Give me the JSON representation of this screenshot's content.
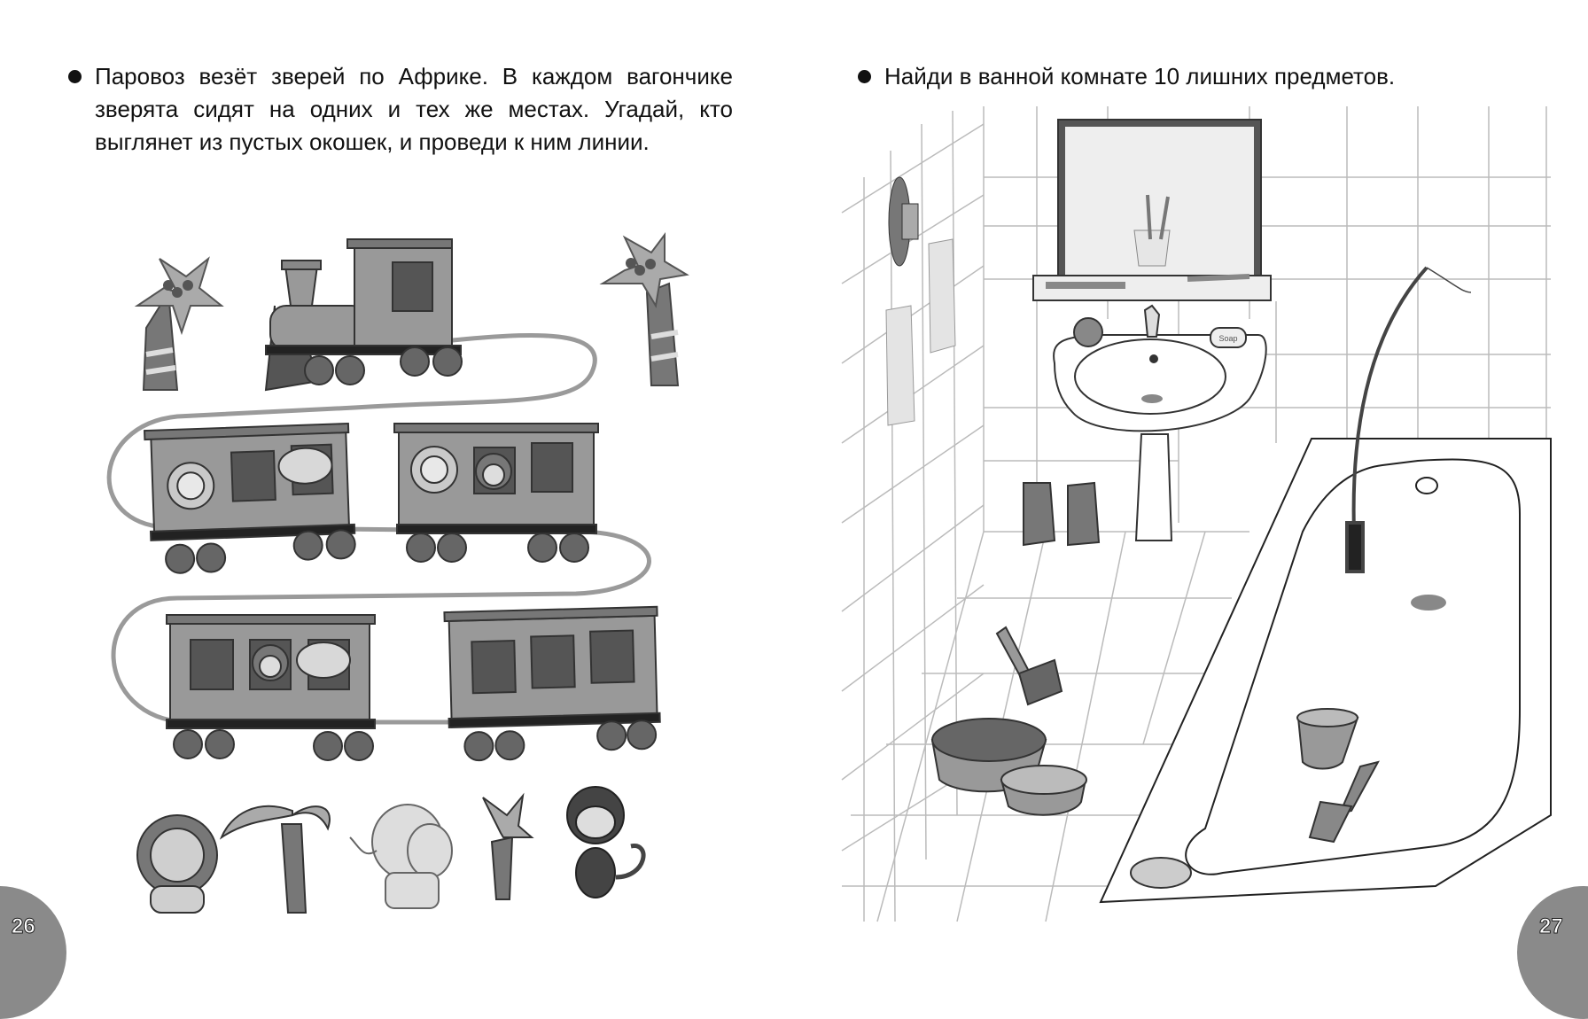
{
  "left_page": {
    "task_text": "Паровоз везёт зверей по Африке. В каждом вагончике зверята сидят на одних и тех же местах. Угадай, кто выглянет из пустых окошек, и проведи к ним линии.",
    "page_number": "26"
  },
  "right_page": {
    "task_text": "Найди в ванной комнате 10 лишних предметов.",
    "soap_label": "Soap",
    "page_number": "27"
  }
}
